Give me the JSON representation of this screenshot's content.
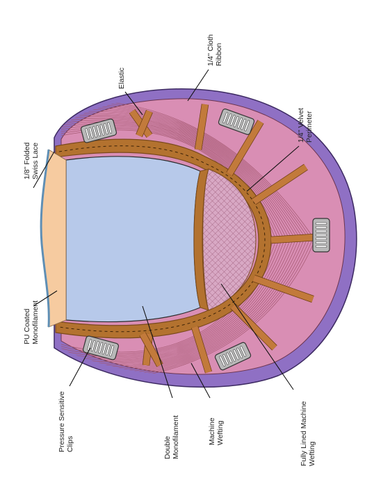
{
  "colors": {
    "outer_rim": "#8f70c4",
    "machine_wefting": "#d98eb4",
    "wefting_lines": "#a3576f",
    "velvet_band": "#b3722f",
    "velvet_dark": "#7a4a1d",
    "crown_mesh": "#d8a8c4",
    "crown_mesh_lines": "#9c5b79",
    "monofilament_panel": "#b7c9ea",
    "lace_front": "#f6cba0",
    "ribbon": "#c27a3b",
    "clip": "#b8b8b8"
  },
  "labels": {
    "swiss_lace": [
      "1/8\" Folded",
      "Swiss Lace"
    ],
    "elastic": [
      "Elastic"
    ],
    "cloth_ribbon": [
      "1/4\" Cloth",
      "Ribbon"
    ],
    "velvet_perimeter": [
      "1/4\" Velvet",
      "Perimeter"
    ],
    "pu_coated": [
      "PU Coated",
      "Monofilament"
    ],
    "pressure_clips": [
      "Pressure Sensitive",
      "Clips"
    ],
    "double_mono": [
      "Double",
      "Monofilament"
    ],
    "machine_wefting": [
      "Machine",
      "Wefting"
    ],
    "fully_lined": [
      "Fully Lined Machine",
      "Wefting"
    ]
  }
}
